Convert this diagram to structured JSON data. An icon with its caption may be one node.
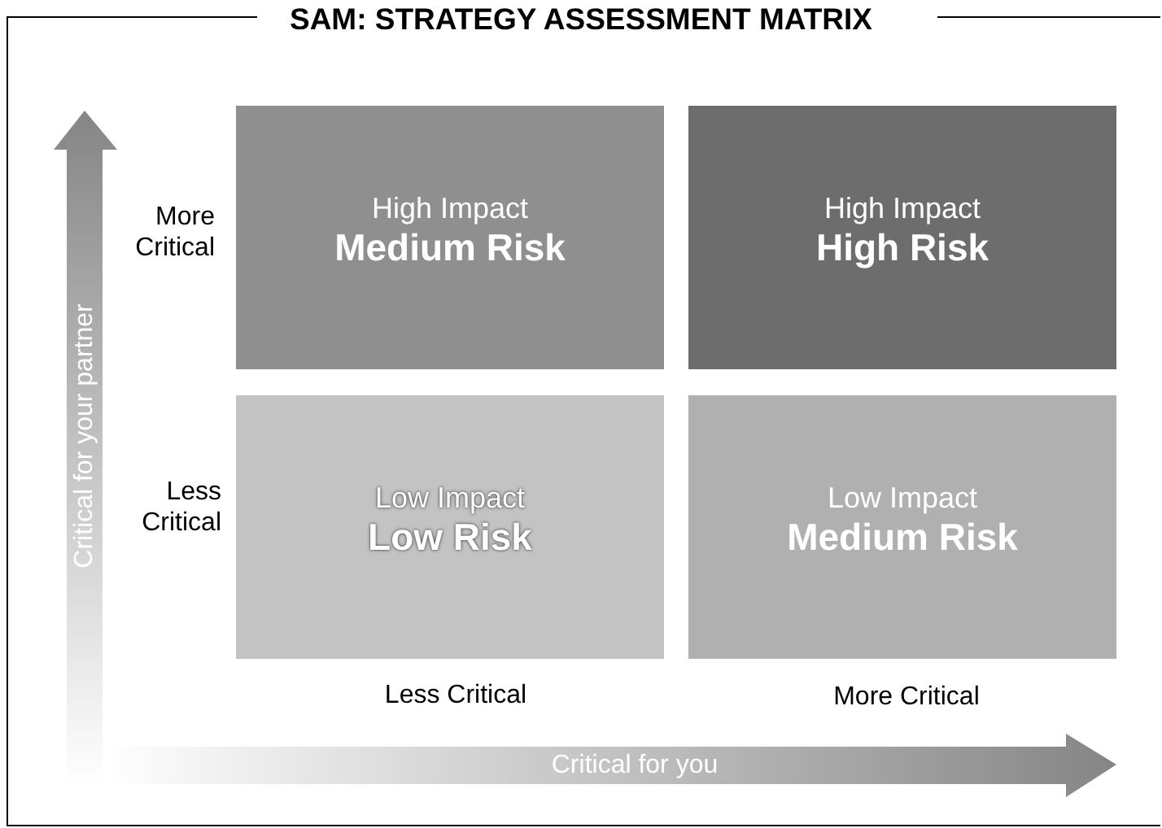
{
  "diagram": {
    "title": "SAM: STRATEGY ASSESSMENT MATRIX",
    "nodes": [
      {
        "text": [
          "High Impact",
          "Medium Risk"
        ]
      },
      {
        "text": [
          "High Impact",
          "High Risk"
        ]
      },
      {
        "text": [
          "Low Impact",
          "Low Risk"
        ]
      },
      {
        "text": [
          "Low Impact",
          "Medium Risk"
        ]
      }
    ],
    "labels": [
      "More Critical",
      "Less Critical",
      "Less Critical",
      "More Critical",
      "Critical for your partner",
      "Critical for you"
    ]
  }
}
